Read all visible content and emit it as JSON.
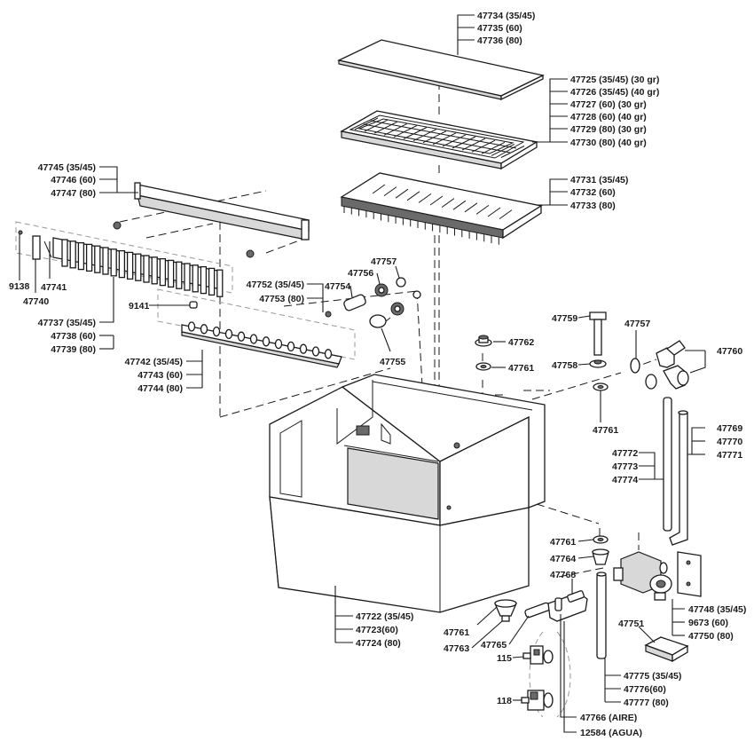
{
  "labels": {
    "cover": [
      "47734 (35/45)",
      "47735 (60)",
      "47736 (80)"
    ],
    "ice_tray": [
      "47725 (35/45) (30 gr)",
      "47726 (35/45) (40 gr)",
      "47727 (60) (30 gr)",
      "47728 (60) (40 gr)",
      "47729 (80) (30 gr)",
      "47730 (80) (40 gr)"
    ],
    "grid_plate": [
      "47731 (35/45)",
      "47732 (60)",
      "47733 (80)"
    ],
    "top_rail": [
      "47745 (35/45)",
      "47746 (60)",
      "47747 (80)"
    ],
    "p9138": "9138",
    "p47740": "47740",
    "p47741": "47741",
    "curtain": [
      "47737 (35/45)",
      "47738 (60)",
      "47739 (80)"
    ],
    "p9141": "9141",
    "spray_bar": [
      "47742 (35/45)",
      "47743 (60)",
      "47744 (80)"
    ],
    "motor_shaft": [
      "47752 (35/45)",
      "47753 (80)"
    ],
    "p47754": "47754",
    "p47756": "47756",
    "p47757a": "47757",
    "p47755": "47755",
    "p47759": "47759",
    "p47757b": "47757",
    "p47758": "47758",
    "p47762": "47762",
    "p47761a": "47761",
    "p47761b": "47761",
    "p47760": "47760",
    "pipes_right": [
      "47769",
      "47770",
      "47771"
    ],
    "pipes_left": [
      "47772",
      "47773",
      "47774"
    ],
    "p47761c": "47761",
    "p47764": "47764",
    "p47768": "47768",
    "pump": [
      "47748 (35/45)",
      "9673 (60)",
      "47750 (80)"
    ],
    "p47751": "47751",
    "tank": [
      "47722 (35/45)",
      "47723(60)",
      "47724 (80)"
    ],
    "p47761d": "47761",
    "p47763": "47763",
    "p47765": "47765",
    "p115": "115",
    "p118": "118",
    "standpipe": [
      "47775 (35/45)",
      "47776(60)",
      "47777 (80)"
    ],
    "valve_air": "47766 (AIRE)",
    "valve_water": "12584 (AGUA)"
  }
}
